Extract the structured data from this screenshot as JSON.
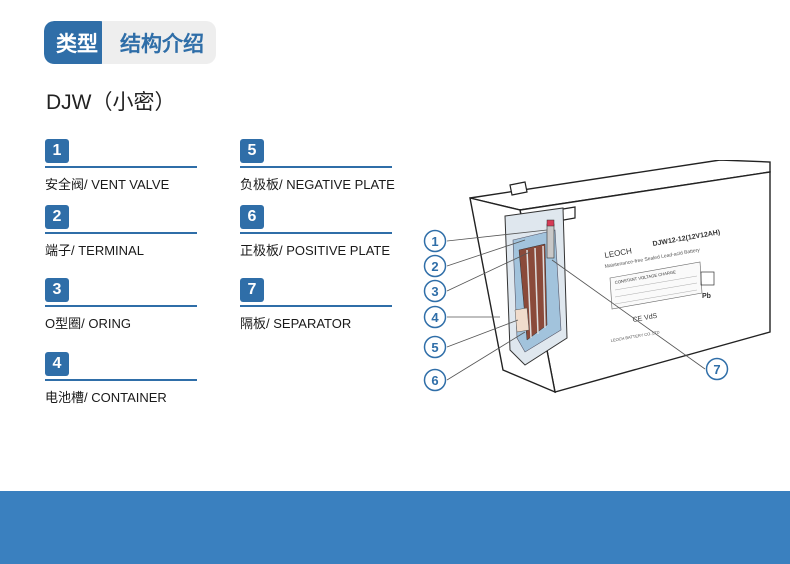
{
  "header": {
    "type_label": "类型",
    "section_label": "结构介绍"
  },
  "model": "DJW（小密）",
  "parts": [
    {
      "n": "1",
      "label": "安全阀/ VENT VALVE"
    },
    {
      "n": "2",
      "label": "端子/ TERMINAL"
    },
    {
      "n": "3",
      "label": "O型圈/ ORING"
    },
    {
      "n": "4",
      "label": "电池槽/ CONTAINER"
    },
    {
      "n": "5",
      "label": "负极板/ NEGATIVE PLATE"
    },
    {
      "n": "6",
      "label": "正极板/ POSITIVE PLATE"
    },
    {
      "n": "7",
      "label": "隔板/ SEPARATOR"
    }
  ],
  "diagram": {
    "callouts": [
      "1",
      "2",
      "3",
      "4",
      "5",
      "6",
      "7"
    ],
    "brand": "LEOCH",
    "battery_model": "DJW12-12(12V12AH)",
    "subtitle": "Maintenance-free Sealed Lead-acid Battery",
    "table_title": "CONSTANT VOLTAGE CHARGE",
    "cert": "CE VdS",
    "pb": "Pb",
    "maker": "LEOCH BATTERY CO.,LTD"
  },
  "colors": {
    "accent": "#2f6ea8",
    "footer": "#3a80bf"
  }
}
